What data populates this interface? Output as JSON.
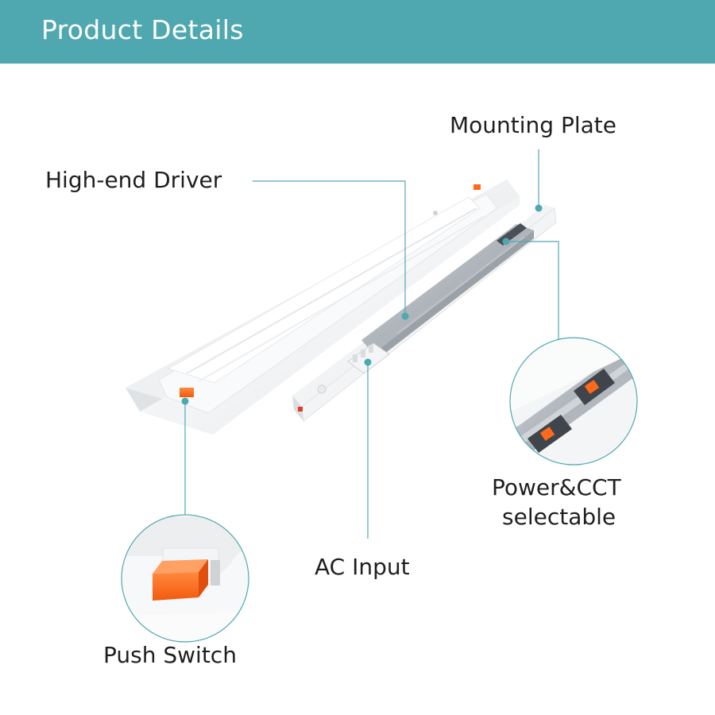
{
  "header": {
    "title": "Product Details"
  },
  "callouts": {
    "mounting_plate": "Mounting Plate",
    "high_end_driver": "High-end Driver",
    "power_cct_line1": "Power&CCT",
    "power_cct_line2": "selectable",
    "ac_input": "AC Input",
    "push_switch": "Push Switch"
  },
  "colors": {
    "header_bg": "#4fa8b0",
    "callout_line": "#4fa8b0",
    "switch_orange": "#ff6a1a",
    "driver_silver": "#b9bec3"
  }
}
